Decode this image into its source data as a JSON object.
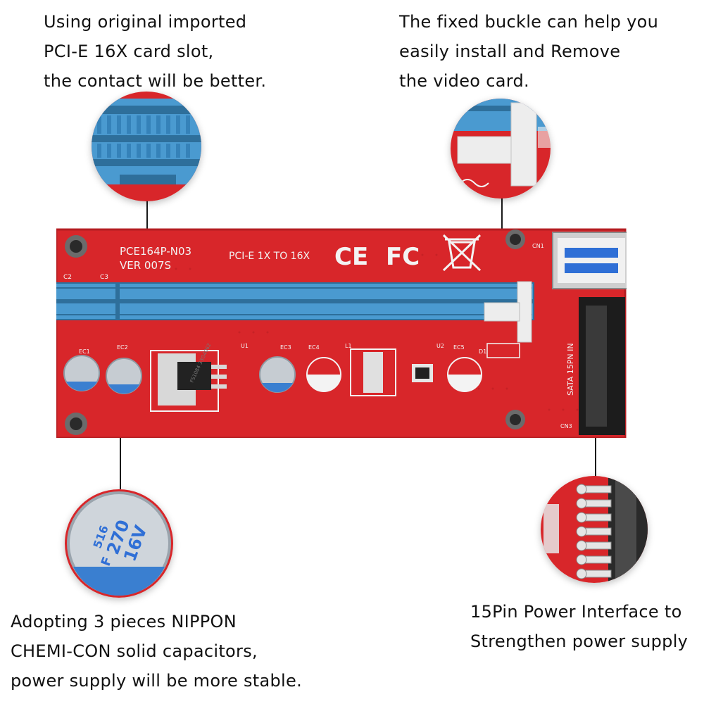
{
  "captions": {
    "slot": {
      "lines": [
        "Using original imported",
        "PCI-E 16X card slot,",
        "the contact will be better."
      ]
    },
    "buckle": {
      "lines": [
        "The fixed buckle can help you",
        "easily install and Remove",
        "the video card."
      ]
    },
    "capacitors": {
      "lines": [
        "Adopting 3 pieces NIPPON",
        "CHEMI-CON solid capacitors,",
        "power supply will be more stable."
      ]
    },
    "power": {
      "lines": [
        "15Pin Power Interface to",
        "Strengthen power supply"
      ]
    }
  },
  "board": {
    "model": "PCE164P-N03",
    "version": "VER 007S",
    "description": "PCI-E 1X TO 16X",
    "ce_mark": "CE",
    "fc_mark": "FC",
    "sata_label": "SATA 15PN IN",
    "chip_text": "FS1084 33G4062",
    "labels": {
      "ec1": "EC1",
      "ec2": "EC2",
      "ec3": "EC3",
      "ec4": "EC4",
      "ec5": "EC5",
      "u1": "U1",
      "u2": "U2",
      "l1": "L1",
      "d1": "D1",
      "c2": "C2",
      "c3": "C3",
      "cn1": "CN1",
      "cn3": "CN3"
    },
    "capacitor": {
      "line1": "516",
      "line2": "F",
      "line3": "270",
      "line4": "16V"
    }
  },
  "colors": {
    "pcb": "#d8262a",
    "pcb_dark": "#b51d21",
    "slot_blue": "#4a9ad0",
    "usb_blue": "#2f6fd6"
  }
}
